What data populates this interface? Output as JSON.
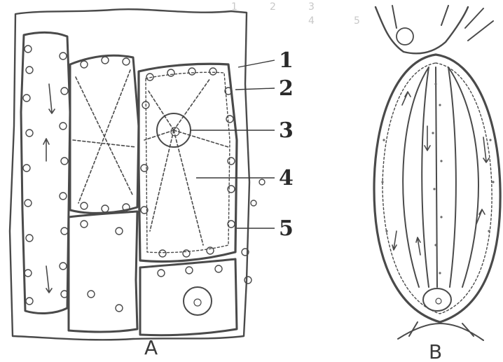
{
  "figure": {
    "panel_labels": [
      "A",
      "B"
    ],
    "callouts": [
      {
        "number": "1",
        "target": "cell-wall"
      },
      {
        "number": "2",
        "target": "cytoplasm-layer"
      },
      {
        "number": "3",
        "target": "nucleus"
      },
      {
        "number": "4",
        "target": "vacuole"
      },
      {
        "number": "5",
        "target": "chloroplast"
      }
    ],
    "header_fragments": [
      "1",
      "2",
      "3",
      "4",
      "5"
    ],
    "colors": {
      "ink": "#4a4a4a",
      "stipple": "#6a6a6a",
      "paper": "#ffffff"
    }
  }
}
